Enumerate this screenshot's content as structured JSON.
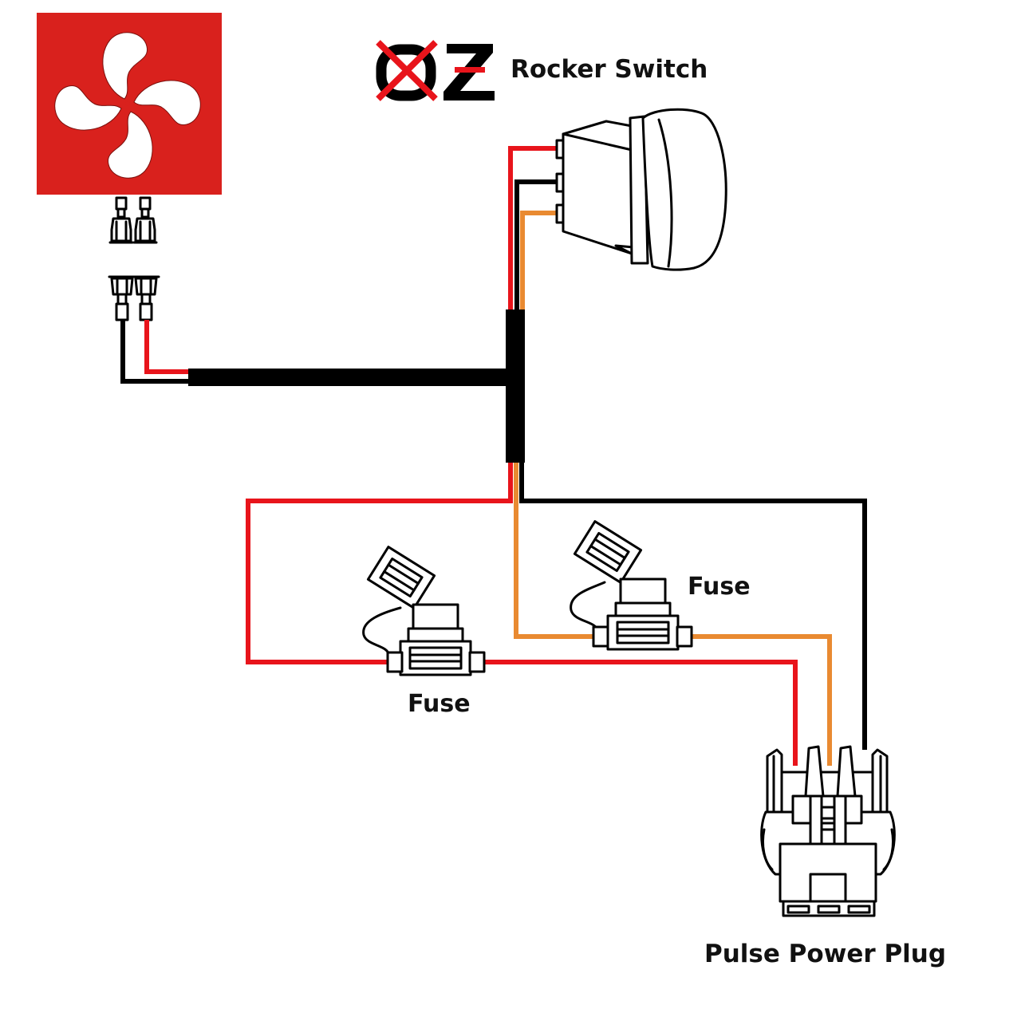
{
  "title": {
    "logo_text": "OZ",
    "label": "Rocker Switch"
  },
  "labels": {
    "fuse_left": "Fuse",
    "fuse_right": "Fuse",
    "plug": "Pulse Power Plug"
  },
  "components": [
    {
      "id": "fan",
      "name": "Fan",
      "icon": "fan-icon"
    },
    {
      "id": "rocker-switch",
      "name": "Rocker Switch",
      "icon": "rocker-switch-icon"
    },
    {
      "id": "fuse-left",
      "name": "Fuse",
      "icon": "inline-fuse-icon"
    },
    {
      "id": "fuse-right",
      "name": "Fuse",
      "icon": "inline-fuse-icon"
    },
    {
      "id": "pulse-power-plug",
      "name": "Pulse Power Plug",
      "icon": "power-plug-icon"
    }
  ],
  "wire_colors": {
    "red": "#e8141b",
    "black": "#000000",
    "orange": "#e98a31"
  },
  "brand_colors": {
    "fan_background": "#d9211d",
    "logo_cross": "#e8141b"
  }
}
